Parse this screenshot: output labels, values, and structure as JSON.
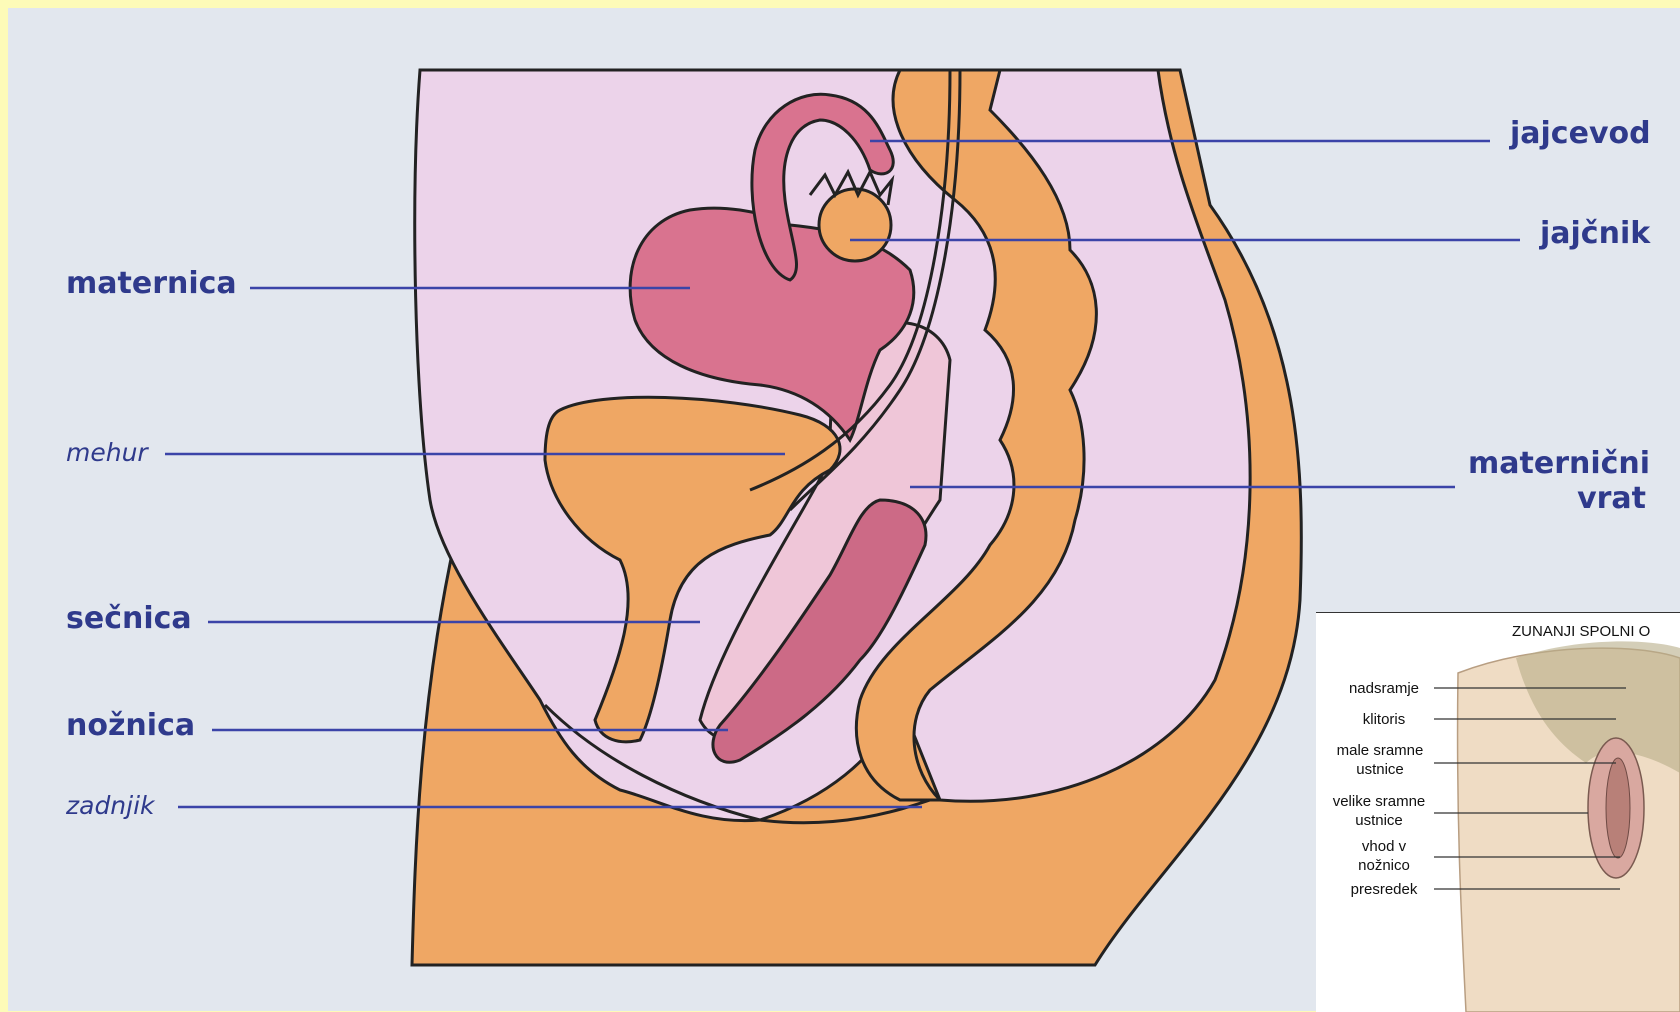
{
  "labels": {
    "jajcevod": "jajcevod",
    "jajcnik": "jajčnik",
    "maternica": "maternica",
    "mehur": "mehur",
    "maternicni_vrat_line1": "maternični",
    "maternicni_vrat_line2": "vrat",
    "secnica": "sečnica",
    "noznica": "nožnica",
    "zadnjik": "zadnjik"
  },
  "inset": {
    "title": "ZUNANJI SPOLNI O",
    "labels": {
      "nadsramje": "nadsramje",
      "klitoris": "klitoris",
      "male_sramne_ustnice_1": "male sramne",
      "male_sramne_ustnice_2": "ustnice",
      "velike_sramne_ustnice_1": "velike sramne",
      "velike_sramne_ustnice_2": "ustnice",
      "vhod_v_noznico_1": "vhod v",
      "vhod_v_noznico_2": "nožnico",
      "presredek": "presredek"
    }
  },
  "colors": {
    "page_border": "#fdfbb8",
    "background": "#e2e7ee",
    "pelvis_pink": "#ecd3ea",
    "tissue_orange": "#efa764",
    "uterus_rose": "#d9738f",
    "canal_rose": "#cc6a86",
    "light_pink": "#efc6d8",
    "leader_line": "#3b44a8",
    "label_text": "#2f3a8c",
    "skin": "#efdcc4"
  }
}
